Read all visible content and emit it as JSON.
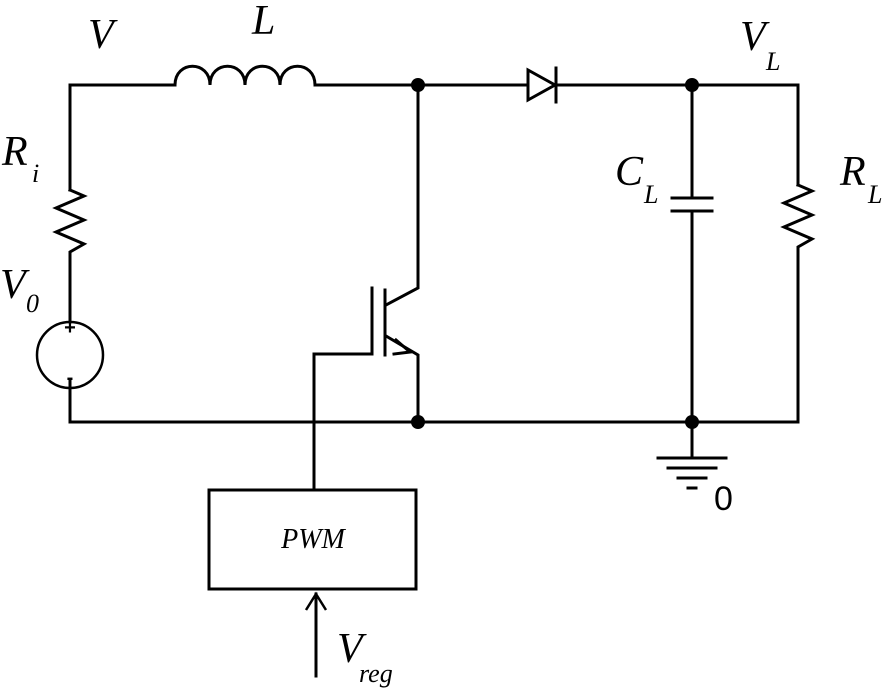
{
  "labels": {
    "node_v": "V",
    "inductor": "L",
    "output_node": {
      "main": "V",
      "sub": "L"
    },
    "source_resistor": {
      "main": "R",
      "sub": "i"
    },
    "source": {
      "main": "V",
      "sub": "0"
    },
    "capacitor": {
      "main": "C",
      "sub": "L"
    },
    "load_resistor": {
      "main": "R",
      "sub": "L"
    },
    "ground": "0",
    "pwm": "PWM",
    "reference": {
      "main": "V",
      "sub": "reg"
    },
    "plus_sign": "+",
    "minus_sign": "-"
  }
}
